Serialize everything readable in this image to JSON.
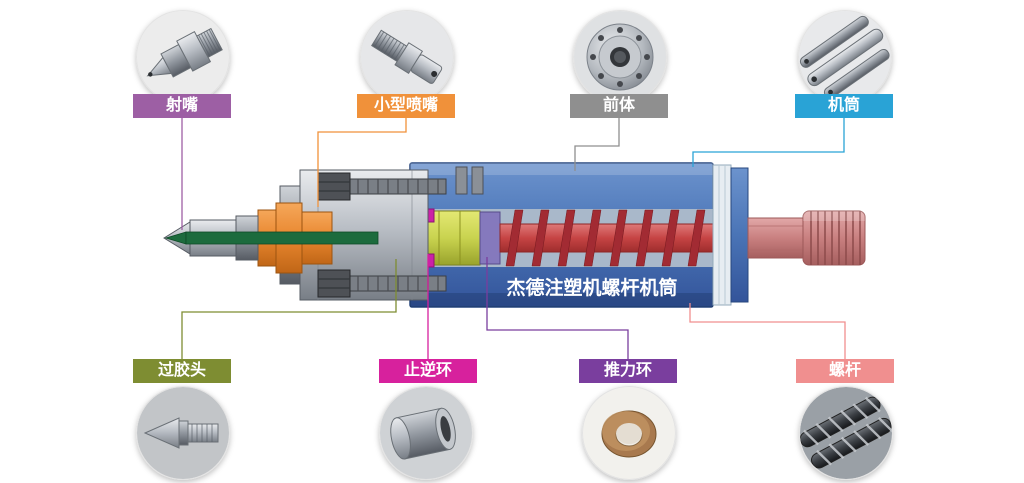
{
  "diagram": {
    "center_label": "杰德注塑机螺杆机筒",
    "colors": {
      "barrel_blue": "#4a74b6",
      "flange_gray": "#a9aeb6",
      "adapter_orange": "#e8862e",
      "melt_green": "#1c6b3d",
      "check_ring_yellow": "#c9d34f",
      "ring_magenta": "#cb21a7",
      "thrust_ring_violet": "#8579bd",
      "screw_red": "#c64444",
      "shaft_pink": "#c98080",
      "end_ring_white": "#e7edf2",
      "bore_gray": "#a9b8ca"
    }
  },
  "parts": {
    "top": [
      {
        "id": "nozzle",
        "label": "射嘴",
        "color": "#9d5fa4"
      },
      {
        "id": "small-nozzle",
        "label": "小型喷嘴",
        "color": "#f0913a"
      },
      {
        "id": "front-body",
        "label": "前体",
        "color": "#8f8f8f"
      },
      {
        "id": "barrel",
        "label": "机筒",
        "color": "#29a3d6"
      }
    ],
    "bottom": [
      {
        "id": "screw-head",
        "label": "过胶头",
        "color": "#7e8d32"
      },
      {
        "id": "check-ring",
        "label": "止逆环",
        "color": "#d7219d"
      },
      {
        "id": "thrust-ring",
        "label": "推力环",
        "color": "#7a3e9e"
      },
      {
        "id": "screw",
        "label": "螺杆",
        "color": "#f08f8f"
      }
    ]
  }
}
